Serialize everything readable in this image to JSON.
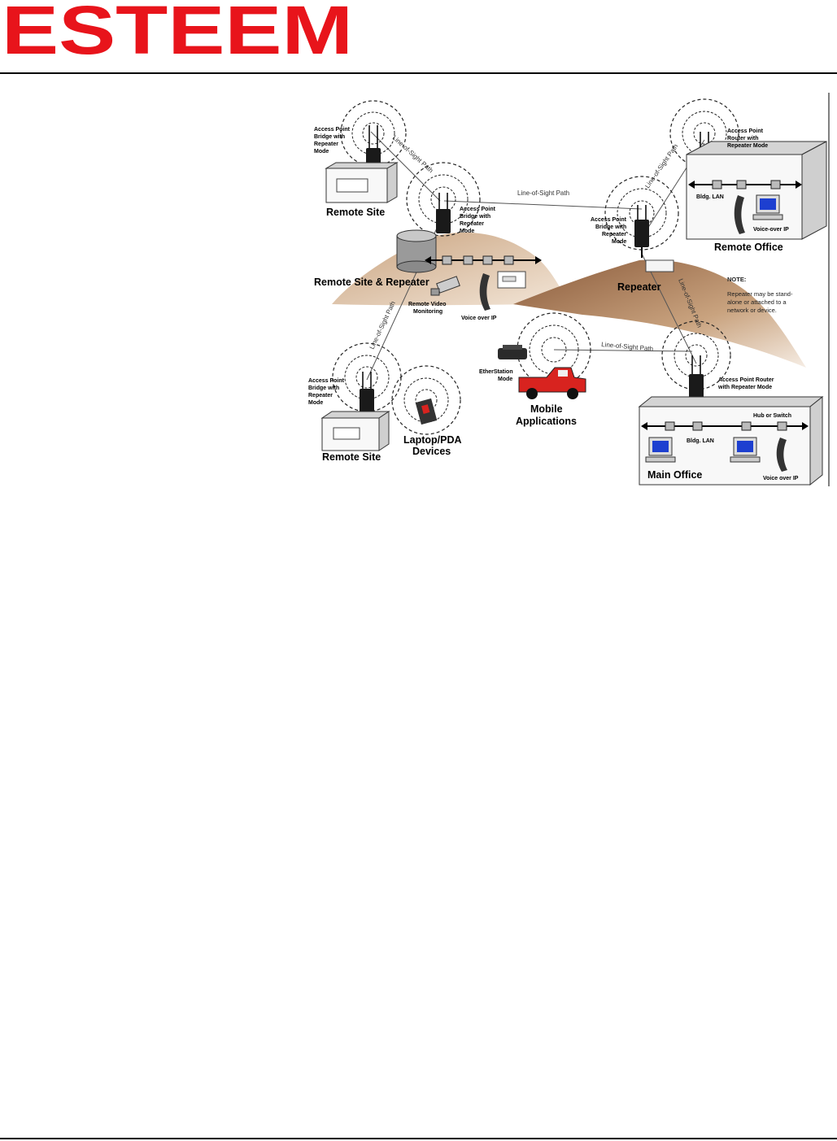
{
  "brand": {
    "logo_text": "ESTEEM",
    "logo_color": "#e8141b"
  },
  "diagram": {
    "labels": {
      "remote_site_top": "Remote Site",
      "remote_site_repeater": "Remote Site & Repeater",
      "remote_site_bottom": "Remote Site",
      "laptop_devices_1": "Laptop/PDA",
      "laptop_devices_2": "Devices",
      "mobile_1": "Mobile",
      "mobile_2": "Applications",
      "repeater": "Repeater",
      "remote_office": "Remote Office",
      "main_office": "Main Office",
      "bldg_lan_top": "Bldg. LAN",
      "bldg_lan_bottom": "Bldg. LAN",
      "hub_or_switch": "Hub or Switch",
      "voice_over_ip_ro": "Voice-over IP",
      "voice_over_ip_mo": "Voice over IP",
      "voice_over_ip_rs": "Voice over IP",
      "remote_video_1": "Remote Video",
      "remote_video_2": "Monitoring",
      "etherstation_1": "EtherStation",
      "etherstation_2": "Mode"
    },
    "radios": {
      "ap_bridge_top": [
        "Access Point",
        "Bridge with",
        "Repeater",
        "Mode"
      ],
      "ap_bridge_mid": [
        "Access Point",
        "Bridge with",
        "Repeater",
        "Mode"
      ],
      "ap_bridge_repeater": [
        "Access Point",
        "Bridge with",
        "Repeater",
        "Mode"
      ],
      "ap_router_top": [
        "Access Point",
        "Router with",
        "Repeater Mode"
      ],
      "ap_bridge_bottom": [
        "Access Point",
        "Bridge with",
        "Repeater",
        "Mode"
      ],
      "ap_router_main": [
        "Access Point Router",
        "with Repeater Mode"
      ]
    },
    "paths": {
      "los_1": "Line-of-Sight Path",
      "los_2": "Line-of-Sight Path",
      "los_3": "Line-of-Sight Path",
      "los_4": "Line-of-Sight Path",
      "los_5": "Line-of-Sight Path"
    },
    "note": {
      "title": "NOTE:",
      "line1": "Repeater may be stand-",
      "line2": "alone or attached to a",
      "line3": "network or device."
    },
    "colors": {
      "hill": "#b98f6b",
      "hill_dark": "#8a5a3a",
      "truck": "#d8231f",
      "screen": "#1d3fd0"
    }
  }
}
